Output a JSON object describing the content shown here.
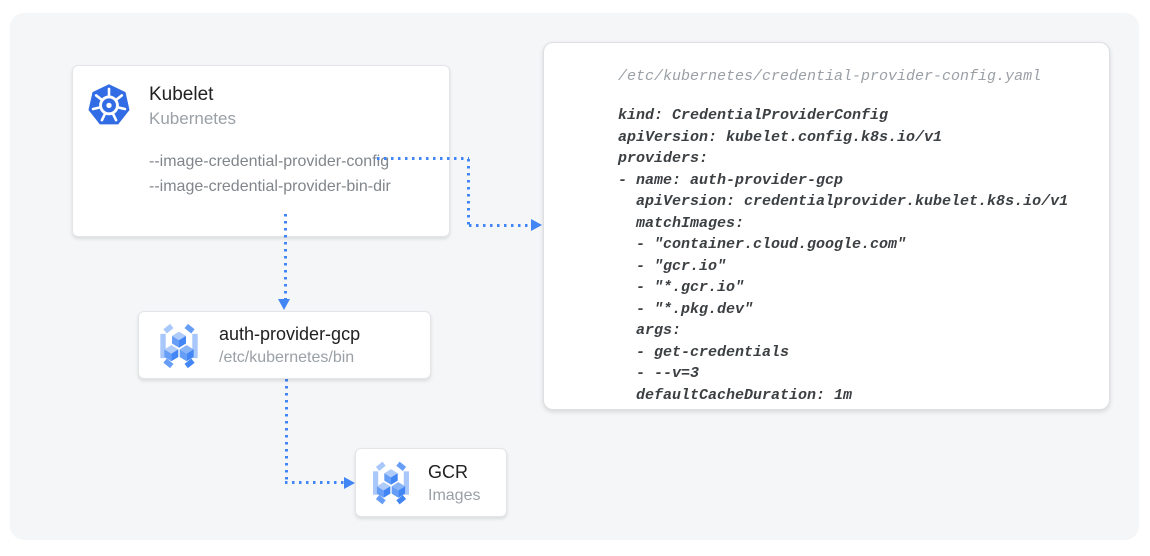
{
  "cards": {
    "kubelet": {
      "title": "Kubelet",
      "subtitle": "Kubernetes",
      "icon": "kubernetes-helm-icon",
      "flags": [
        "--image-credential-provider-config",
        "--image-credential-provider-bin-dir"
      ]
    },
    "auth_provider": {
      "title": "auth-provider-gcp",
      "subtitle": "/etc/kubernetes/bin",
      "icon": "gcr-cubes-icon"
    },
    "gcr": {
      "title": "GCR",
      "subtitle": "Images",
      "icon": "gcr-cubes-icon"
    }
  },
  "config_file": {
    "filename": "/etc/kubernetes/credential-provider-config.yaml",
    "lines": [
      "kind: CredentialProviderConfig",
      "apiVersion: kubelet.config.k8s.io/v1",
      "providers:",
      "- name: auth-provider-gcp",
      "  apiVersion: credentialprovider.kubelet.k8s.io/v1",
      "  matchImages:",
      "  - \"container.cloud.google.com\"",
      "  - \"gcr.io\"",
      "  - \"*.gcr.io\"",
      "  - \"*.pkg.dev\"",
      "  args:",
      "  - get-credentials",
      "  - --v=3",
      "  defaultCacheDuration: 1m"
    ]
  },
  "colors": {
    "connector_blue": "#4285f4",
    "kubernetes_blue": "#326ce5",
    "icon_light_blue": "#aecbfa",
    "icon_medium_blue": "#669df6",
    "icon_dark_blue": "#4285f4",
    "card_title_text": "#212121",
    "muted_text": "#80868b",
    "code_text": "#3c4043",
    "code_filename_text": "#9aa0a6",
    "canvas_background": "#f5f6f7"
  }
}
